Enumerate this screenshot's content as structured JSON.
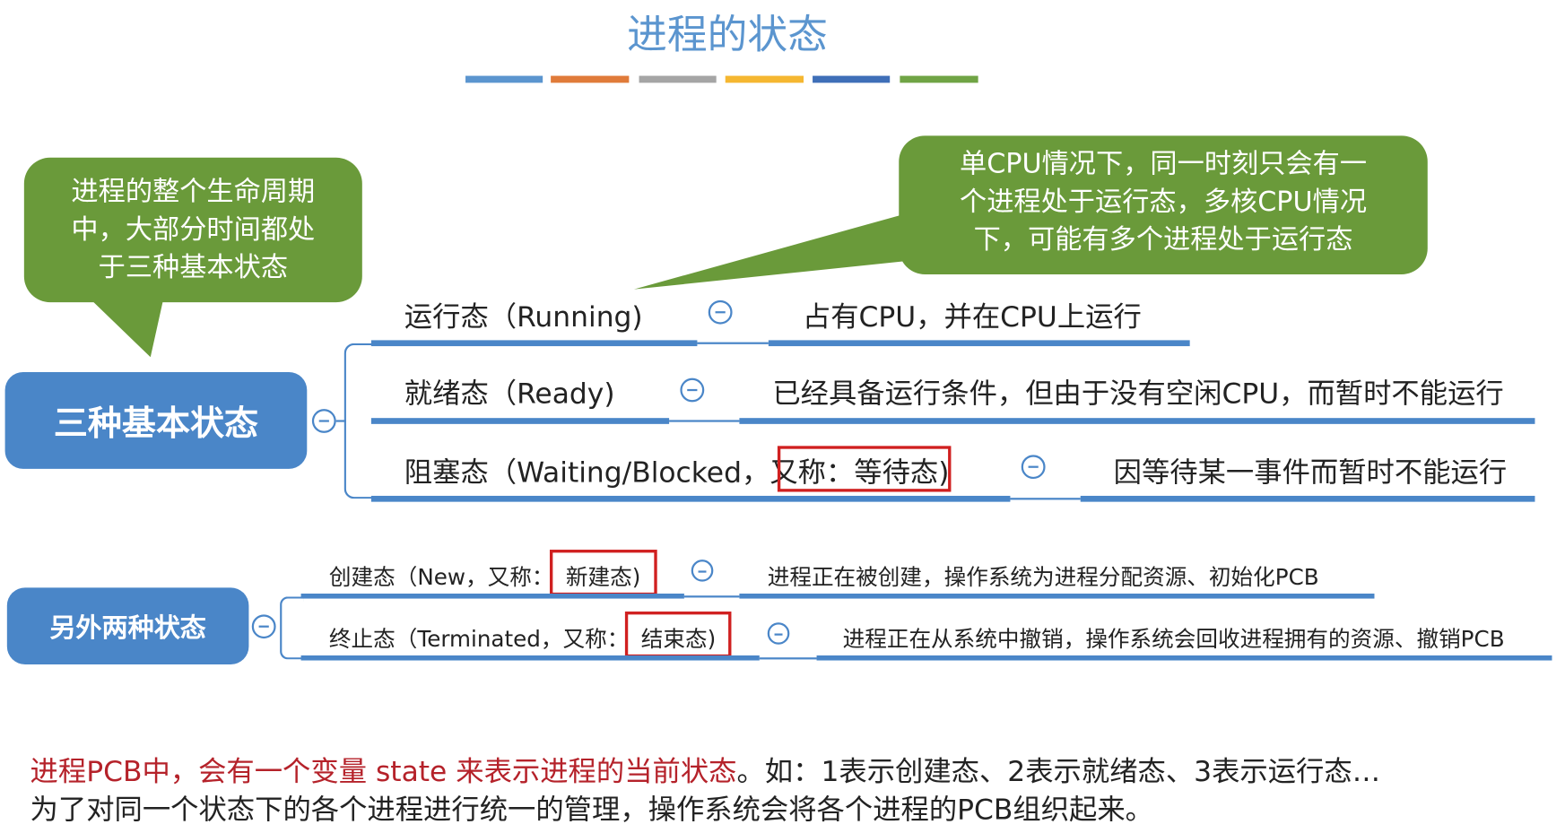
{
  "title": "进程的状态",
  "accent_colors": [
    "#5b95cf",
    "#e07b3a",
    "#a5a5a5",
    "#f5b731",
    "#3f6fb8",
    "#70a445"
  ],
  "callout_left": [
    "进程的整个生命周期",
    "中，大部分时间都处",
    "于三种基本状态"
  ],
  "callout_right": [
    "单CPU情况下，同一时刻只会有一",
    "个进程处于运行态，多核CPU情况",
    "下，可能有多个进程处于运行态"
  ],
  "main_node": "三种基本状态",
  "main_states": [
    {
      "label": "运行态（Running)",
      "desc": "占有CPU，并在CPU上运行"
    },
    {
      "label": "就绪态（Ready)",
      "desc": "已经具备运行条件，但由于没有空闲CPU，而暂时不能运行"
    },
    {
      "label": "阻塞态（Waiting/Blocked，",
      "alias": "又称：等待态",
      "close": ")",
      "desc": "因等待某一事件而暂时不能运行"
    }
  ],
  "other_node": "另外两种状态",
  "other_states": [
    {
      "label": "创建态（New，又称：",
      "alias": "新建态)",
      "desc": "进程正在被创建，操作系统为进程分配资源、初始化PCB"
    },
    {
      "label": "终止态（Terminated，又称：",
      "alias": "结束态)",
      "desc": "进程正在从系统中撤销，操作系统会回收进程拥有的资源、撤销PCB"
    }
  ],
  "bottom": {
    "line1_red": "进程PCB中，会有一个变量 state 来表示进程的当前状态",
    "line1_rest": "。如：1表示创建态、2表示就绪态、3表示运行态…",
    "line2": "为了对同一个状态下的各个进程进行统一的管理，操作系统会将各个进程的PCB组织起来。"
  }
}
